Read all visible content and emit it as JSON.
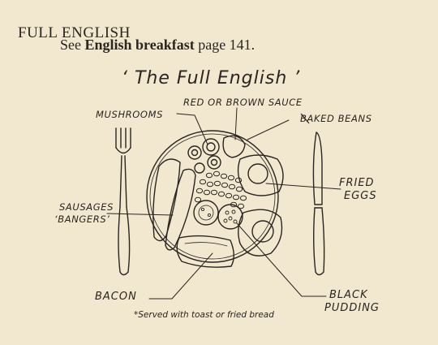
{
  "entry": {
    "heading": "FULL ENGLISH",
    "see": "See ",
    "link": "English breakfast",
    "page": " page 141."
  },
  "diagram": {
    "title": "‘ The Full English ’",
    "labels": {
      "mushrooms": "MUSHROOMS",
      "sauce": "RED OR BROWN SAUCE",
      "beans": "BAKED BEANS",
      "sausages_1": "SAUSAGES",
      "sausages_2": "‘BANGERS’",
      "fried_1": "FRIED",
      "fried_2": "EGGS",
      "bacon": "BACON",
      "black_1": "BLACK",
      "black_2": "PUDDING"
    },
    "note": "*Served with toast or fried bread"
  }
}
